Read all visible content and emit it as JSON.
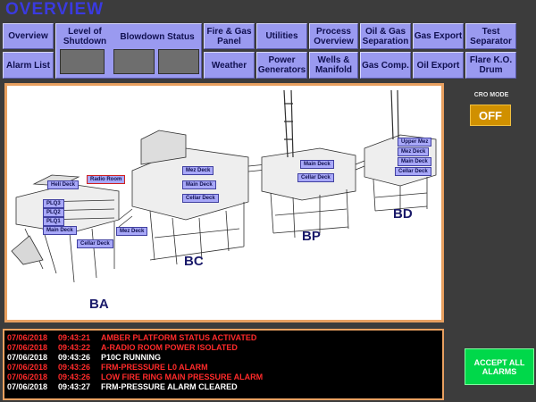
{
  "title": "OVERVIEW",
  "nav": {
    "overview": "Overview",
    "alarm_list": "Alarm List",
    "level_of_shutdown": "Level of Shutdown",
    "blowdown_status": "Blowdown Status",
    "fire_gas_panel": "Fire & Gas Panel",
    "utilities": "Utilities",
    "process_overview": "Process Overview",
    "oil_gas_separation": "Oil & Gas Separation",
    "gas_export": "Gas Export",
    "test_separator": "Test Separator",
    "weather": "Weather",
    "power_generators": "Power Generators",
    "wells_manifold": "Wells & Manifold",
    "gas_comp": "Gas Comp.",
    "oil_export": "Oil Export",
    "flare_ko_drum": "Flare K.O. Drum"
  },
  "platforms": {
    "ba": "BA",
    "bc": "BC",
    "bp": "BP",
    "bd": "BD"
  },
  "decks": {
    "ba_heli": "Heli Deck",
    "ba_plq3": "PLQ3",
    "ba_plq2": "PLQ2",
    "ba_plq1": "PLQ1",
    "ba_main": "Main Deck",
    "ba_cellar": "Cellar Deck",
    "radio_room": "Radio Room",
    "bc_mez_lower": "Mez Deck",
    "bc_mez": "Mez Deck",
    "bc_main": "Main Deck",
    "bc_cellar": "Cellar Deck",
    "bp_main": "Main Deck",
    "bp_cellar": "Cellar Deck",
    "bd_upper_mez": "Upper Mez",
    "bd_mez": "Mez Deck",
    "bd_main": "Main Deck",
    "bd_cellar": "Cellar Deck"
  },
  "cro_mode": {
    "label": "CRO MODE",
    "value": "OFF"
  },
  "alarms": [
    {
      "date": "07/06/2018",
      "time": "09:43:21",
      "message": "AMBER PLATFORM STATUS ACTIVATED",
      "color": "#ff2a2a"
    },
    {
      "date": "07/06/2018",
      "time": "09:43:22",
      "message": "A-RADIO ROOM POWER ISOLATED",
      "color": "#ff2a2a"
    },
    {
      "date": "07/06/2018",
      "time": "09:43:26",
      "message": "P10C RUNNING",
      "color": "#ffffff"
    },
    {
      "date": "07/06/2018",
      "time": "09:43:26",
      "message": "FRM-PRESSURE L0 ALARM",
      "color": "#ff2a2a"
    },
    {
      "date": "07/06/2018",
      "time": "09:43:26",
      "message": "LOW FIRE RING MAIN PRESSURE ALARM",
      "color": "#ff2a2a"
    },
    {
      "date": "07/06/2018",
      "time": "09:43:27",
      "message": "FRM-PRESSURE ALARM CLEARED",
      "color": "#ffffff"
    }
  ],
  "accept_button": "ACCEPT ALL ALARMS"
}
